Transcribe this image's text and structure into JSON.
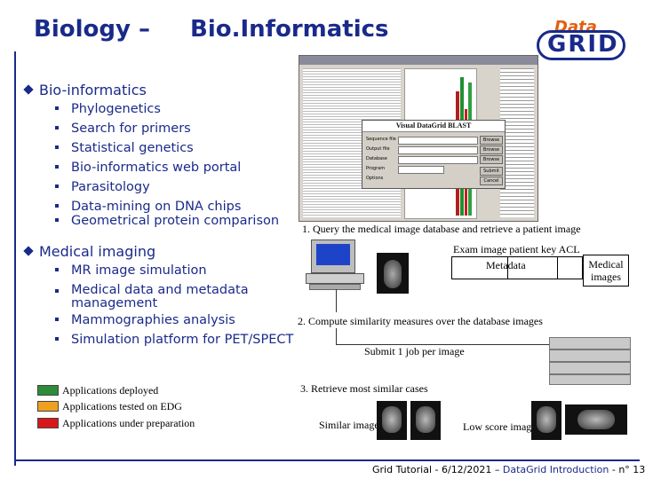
{
  "header": {
    "title_left": "Biology –",
    "title_right": "Bio.Informatics",
    "logo": {
      "name": "datagrid-logo",
      "line1": "Data",
      "line2": "GRID"
    }
  },
  "sections": [
    {
      "label": "Bio-informatics",
      "items": [
        "Phylogenetics",
        "Search for primers",
        "Statistical genetics",
        "Bio-informatics web portal",
        "Parasitology",
        "Data-mining on DNA chips",
        "Geometrical protein comparison"
      ]
    },
    {
      "label": "Medical imaging",
      "items": [
        "MR image simulation",
        "Medical data and metadata management",
        "Mammographies analysis",
        "Simulation platform for PET/SPECT"
      ]
    }
  ],
  "legend": [
    {
      "label": "Applications deployed",
      "color": "#2e8b3a"
    },
    {
      "label": "Applications tested on EDG",
      "color": "#f0a020"
    },
    {
      "label": "Applications under preparation",
      "color": "#d81818"
    }
  ],
  "diagram": {
    "step1": "1. Query the medical image database and retrieve a patient image",
    "exam_header": "Exam image patient key ACL",
    "metadata": "Metadata",
    "medical_images_line1": "Medical",
    "medical_images_line2": "images",
    "step2": "2. Compute similarity measures over the database images",
    "submit": "Submit 1 job per image",
    "step3": "3. Retrieve most similar cases",
    "similar": "Similar images",
    "low_score": "Low score images"
  },
  "screenshot": {
    "window_title": "Visual DataGrid BLAST",
    "form_labels": [
      "Sequence file",
      "Output file",
      "Database",
      "Program",
      "Options"
    ],
    "buttons": [
      "Browse",
      "Browse",
      "Browse",
      "Submit",
      "Cancel"
    ]
  },
  "footer": {
    "prefix": "Grid Tutorial - 6/12/2021 – ",
    "highlight": "DataGrid Introduction",
    "suffix": " - n° 13"
  }
}
